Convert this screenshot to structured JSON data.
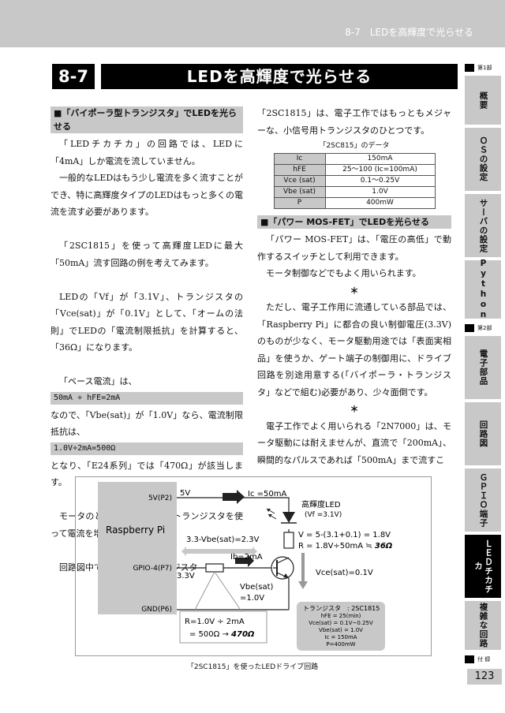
{
  "running_head": "8-7　LEDを高輝度で光らせる",
  "section": {
    "number": "8-7",
    "title": "LEDを高輝度で光らせる"
  },
  "left_column": {
    "heading1": "■「バイポーラ型トランジスタ」でLEDを光らせる",
    "p1": "「LEDチカチカ」の回路では、LEDに「4mA」しか電流を流していません。",
    "p2": "一般的なLEDはもう少し電流を多く流すことができ、特に高輝度タイプのLEDはもっと多くの電流を流す必要があります。",
    "p3": "「2SC1815」を使って高輝度LEDに最大「50mA」流す回路の例を考えてみます。",
    "p4": "LEDの「Vf」が「3.1V」、トランジスタの「Vce(sat)」が「0.1V」として、「オームの法則」でLEDの「電流制限抵抗」を計算すると、「36Ω」になります。",
    "p5": "「ベース電流」は、",
    "formula1": "50mA ÷ hFE=2mA",
    "p6": "なので、「Vbe(sat)」が「1.0V」なら、電流制限抵抗は、",
    "formula2": "1.0V÷2mA=500Ω",
    "p7": "となり、「E24系列」では「470Ω」が該当します。",
    "asterisk": "＊",
    "p8": "モータのときと同じように、トランジスタを使って電流を増幅しています。",
    "p9": "回路図中で使っているトランジスタ"
  },
  "right_column": {
    "p1": "「2SC1815」は、電子工作ではもっともメジャーな、小信号用トランジスタのひとつです。",
    "table_caption": "「2SC815」のデータ",
    "table_rows": [
      {
        "k": "Ic",
        "v": "150mA"
      },
      {
        "k": "hFE",
        "v": "25～100 (Ic=100mA)"
      },
      {
        "k": "Vce (sat)",
        "v": "0.1～0.25V"
      },
      {
        "k": "Vbe (sat)",
        "v": "1.0V"
      },
      {
        "k": "P",
        "v": "400mW"
      }
    ],
    "heading2": "■「パワー MOS-FET」でLEDを光らせる",
    "p2": "「パワー MOS-FET」は、「電圧の高低」で動作するスイッチとして利用できます。",
    "p3": "モータ制御などでもよく用いられます。",
    "asterisk1": "＊",
    "p4": "ただし、電子工作用に流通している部品では、「Raspberry Pi」に都合の良い制御電圧(3.3V)のものが少なく、モータ駆動用途では「表面実相品」を使うか、ゲート端子の制御用に、ドライブ回路を別途用意する(「バイポーラ・トランジスタ」などで組む)必要があり、少々面倒です。",
    "asterisk2": "＊",
    "p5": "電子工作でよく用いられる「2N7000」は、モータ駆動には耐えませんが、直流で「200mA」、瞬間的なパルスであれば「500mA」まで流すこ"
  },
  "figure": {
    "caption": "「2SC1815」を使ったLEDドライブ回路",
    "rpi_label": "Raspberry Pi",
    "pin_5v": "5V(P2)",
    "pin_gpio": "GPIO-4(P7)",
    "pin_gnd": "GND(P6)",
    "v5": "5V",
    "v33": "3.3V",
    "ic": "Ic =50mA",
    "ib": "Ib=2mA",
    "vbe_drop": "3.3-Vbe(sat)=2.3V",
    "led_name": "高輝度LED",
    "led_vf": "(Vf =3.1V)",
    "calc1": "V = 5-(3.1+0.1) = 1.8V",
    "calc2": "R = 1.8V÷50mA ≒",
    "calc2_result": "36Ω",
    "vce": "Vce(sat)=0.1V",
    "vbe1": "Vbe(sat)",
    "vbe2": "=1.0V",
    "res1": "R=1.0V ÷ 2mA",
    "res2": "= 500Ω  →",
    "res2_result": "470Ω",
    "spec": [
      "トランジスタ　: 2SC1815",
      "hFE = 25(min)",
      "Vce(sat) = 0.1V~0.25V",
      "Vbe(sat) = 1.0V",
      "Ic = 150mA",
      "P=400mW"
    ]
  },
  "side_tabs": {
    "part1": "第1部",
    "part2": "第2部",
    "appendix": "付 録",
    "items": [
      "概要",
      "ＯＳの設定",
      "サーバの設定",
      "Python",
      "電子部品",
      "回路図",
      "ＧＰＩＯ端子",
      "ＬＥＤチカチカ",
      "複雑な回路"
    ]
  },
  "page_number": "123"
}
